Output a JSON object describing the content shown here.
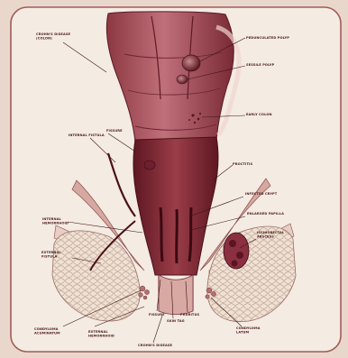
{
  "labels": {
    "crohns_disease_colon": [
      "CROHN'S DISEASE",
      "(COLON)"
    ],
    "pedunculated_polyp": [
      "PEDUNCULATED POLYP"
    ],
    "sessile_polyp": [
      "SESSILE POLYP"
    ],
    "early_colon": [
      "EARLY COLON"
    ],
    "internal_fistula": [
      "INTERNAL FISTULA"
    ],
    "fissure": [
      "FISSURE"
    ],
    "proctitis": [
      "PROCTITIS"
    ],
    "infected_crypt": [
      "INFECTED CRYPT"
    ],
    "enlarged_papilla": [
      "ENLARGED PAPILLA"
    ],
    "internal_hemorrhoid": [
      "INTERNAL",
      "HEMORRHOID"
    ],
    "ischiorectal_abscess": [
      "ISCHIORECTAL",
      "ABSCESS"
    ],
    "external_fistula": [
      "EXTERNAL",
      "FISTULA"
    ],
    "condyloma_acuminatum": [
      "CONDYLOMA",
      "ACUMINATUM"
    ],
    "external_hemorrhoid": [
      "EXTERNAL",
      "HEMORRHOID"
    ],
    "fissure_bottom": [
      "FISSURE"
    ],
    "pruritus": [
      "PRURITUS"
    ],
    "skin_tag": [
      "SKIN TAG"
    ],
    "crohns_disease_bottom": [
      "CROHN'S DISEASE"
    ],
    "condyloma_latum": [
      "CONDYLOMA",
      "LATUM"
    ]
  },
  "colors": {
    "page_background": "#ead7cc",
    "frame_background": "#f4ebe3",
    "frame_border": "#a35a5a",
    "tissue_dark": "#6e1f29",
    "tissue_mid": "#a84a55",
    "tissue_light": "#e3b8b1",
    "fat": "#efe2d3"
  }
}
